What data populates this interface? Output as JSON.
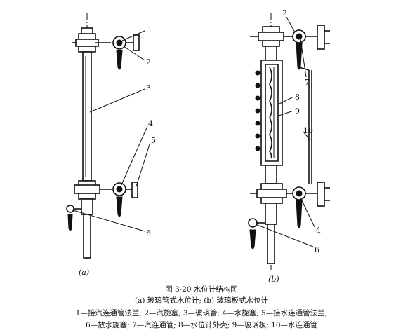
{
  "figure": {
    "callouts": [
      "1",
      "2",
      "3",
      "4",
      "5",
      "6",
      "2",
      "7",
      "8",
      "9",
      "10",
      "4",
      "6"
    ],
    "sub_a": "(a)",
    "sub_b": "(b)"
  },
  "caption": {
    "title": "图 3-20   水位计结构图",
    "subtitle": "(a) 玻璃管式水位计; (b) 玻璃板式水位计",
    "legend_line1": "1—接汽连通管法兰; 2—汽旋塞; 3—玻璃管; 4—水旋塞; 5—接水连通管法兰;",
    "legend_line2": "6—放水旋塞; 7—汽连通管; 8—水位计外壳; 9—玻璃板; 10—水连通管"
  }
}
